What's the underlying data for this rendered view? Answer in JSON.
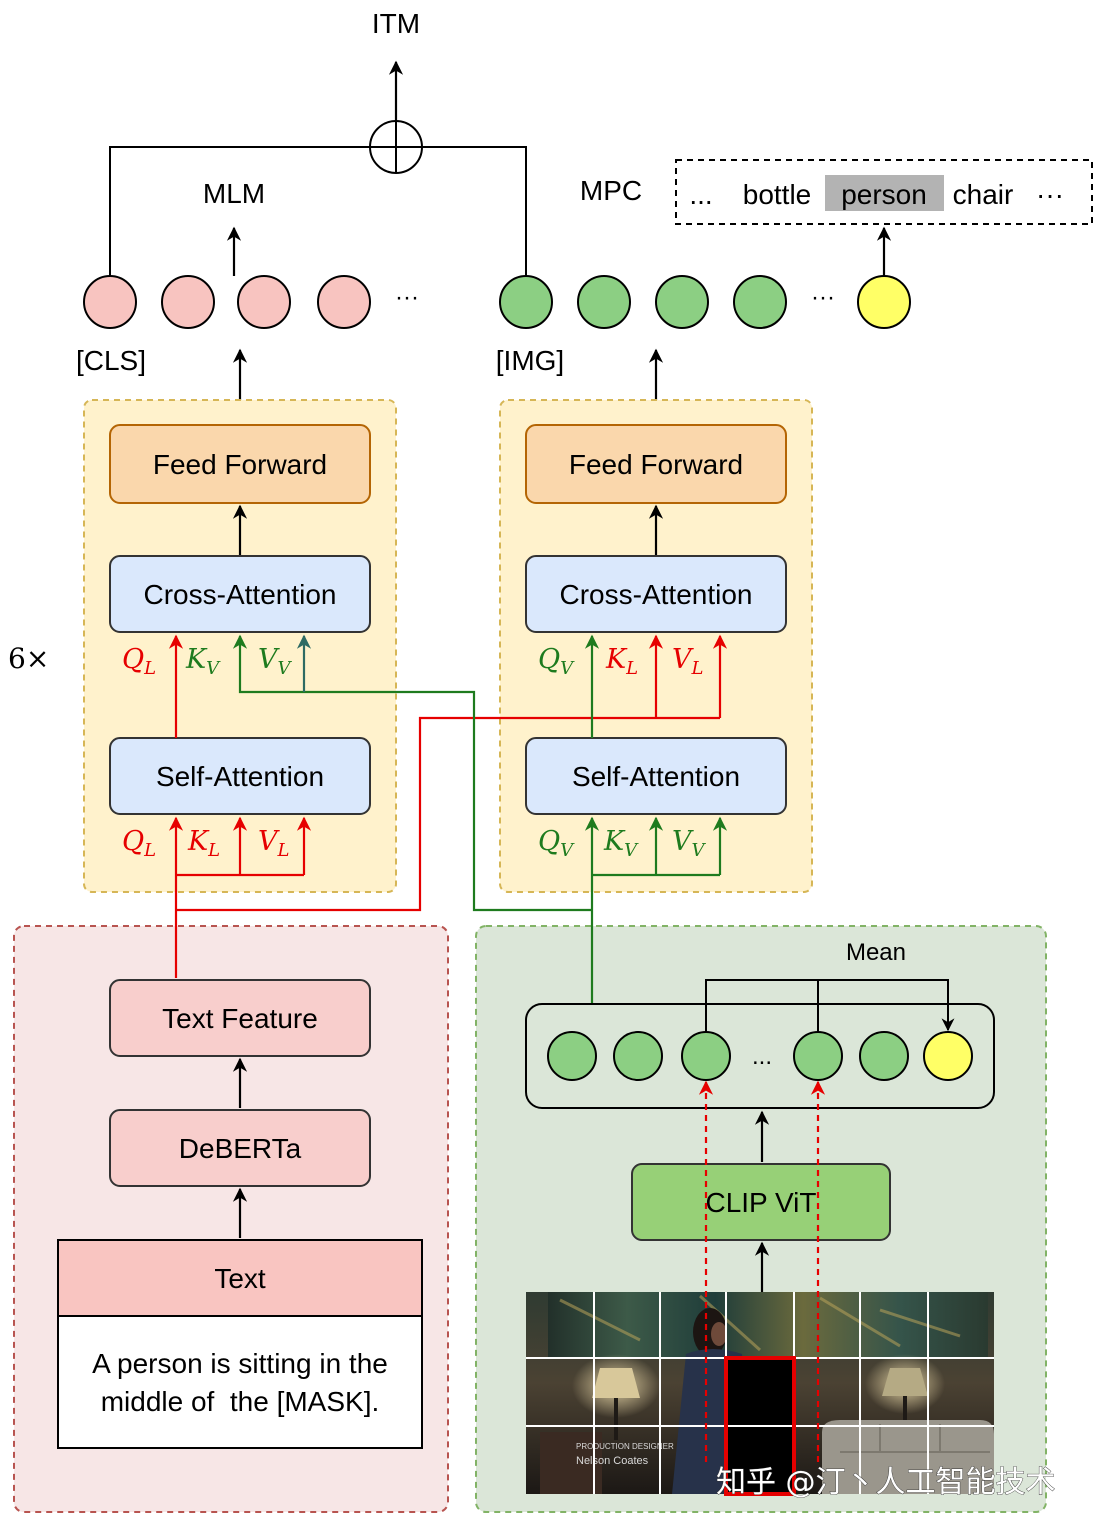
{
  "diagram": {
    "objectives": {
      "itm": "ITM",
      "mlm": "MLM",
      "mpc": "MPC"
    },
    "mpc_vocabulary": {
      "leading": "...",
      "words": [
        "bottle",
        "person",
        "chair"
      ],
      "trailing": "···"
    },
    "text_tokens": {
      "cls": "[CLS]",
      "ellipsis": "···"
    },
    "image_tokens": {
      "img": "[IMG]",
      "ellipsis": "···"
    },
    "layer_repeat": "6×",
    "language_block": {
      "feed_forward": "Feed Forward",
      "cross_attention": "Cross-Attention",
      "self_attention": "Self-Attention",
      "cross_attention_inputs": [
        {
          "symbol": "Q",
          "subscript": "L"
        },
        {
          "symbol": "K",
          "subscript": "V"
        },
        {
          "symbol": "V",
          "subscript": "V"
        }
      ],
      "self_attention_inputs": [
        {
          "symbol": "Q",
          "subscript": "L"
        },
        {
          "symbol": "K",
          "subscript": "L"
        },
        {
          "symbol": "V",
          "subscript": "L"
        }
      ]
    },
    "vision_block": {
      "feed_forward": "Feed Forward",
      "cross_attention": "Cross-Attention",
      "self_attention": "Self-Attention",
      "cross_attention_inputs": [
        {
          "symbol": "Q",
          "subscript": "V"
        },
        {
          "symbol": "K",
          "subscript": "L"
        },
        {
          "symbol": "V",
          "subscript": "L"
        }
      ],
      "self_attention_inputs": [
        {
          "symbol": "Q",
          "subscript": "V"
        },
        {
          "symbol": "K",
          "subscript": "V"
        },
        {
          "symbol": "V",
          "subscript": "V"
        }
      ]
    },
    "text_encoder": {
      "feature": "Text Feature",
      "backbone": "DeBERTa",
      "input_title": "Text",
      "input_lines": [
        "A person is sitting in the",
        "middle of  the [MASK]."
      ]
    },
    "image_encoder": {
      "pooling": "Mean",
      "token_ellipsis": "...",
      "backbone": "CLIP ViT",
      "frame_credits": [
        "PRODUCTION DESIGNER",
        "Nelson Coates"
      ]
    },
    "watermark": "知乎 @汀丶人工智能技术"
  },
  "colors": {
    "language_stream": "#e60000",
    "vision_stream": "#1e7b1e",
    "vision_value_stream": "#2e6b63",
    "text_token": "#f8c4c0",
    "image_token": "#8ccf83",
    "pooled_token": "#ffff66",
    "feed_forward": "#fad7ac",
    "attention": "#dae8fc",
    "text_encoder": "#f8cecc",
    "clip_vit": "#97d077",
    "masked_word": "#b3b3b3",
    "masked_patch": "#e60000"
  }
}
